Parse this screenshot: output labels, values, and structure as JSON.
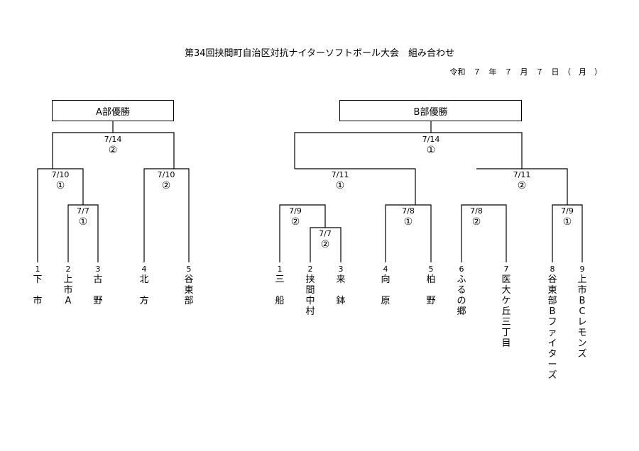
{
  "title": "第34回挟間町自治区対抗ナイターソフトボール大会　組み合わせ",
  "date": "令和　７　年　７　月　７　日　（　月　）",
  "champion_a": "A部優勝",
  "champion_b": "B部優勝",
  "matches": [
    {
      "date": "7/14",
      "num": "②"
    },
    {
      "date": "7/10",
      "num": "①"
    },
    {
      "date": "7/7",
      "num": "①"
    },
    {
      "date": "7/10",
      "num": "②"
    },
    {
      "date": "7/14",
      "num": "①"
    },
    {
      "date": "7/11",
      "num": "①"
    },
    {
      "date": "7/9",
      "num": "②"
    },
    {
      "date": "7/7",
      "num": "②"
    },
    {
      "date": "7/8",
      "num": "①"
    },
    {
      "date": "7/11",
      "num": "②"
    },
    {
      "date": "7/8",
      "num": "②"
    },
    {
      "date": "7/9",
      "num": "①"
    }
  ],
  "teams_a": [
    {
      "num": "1",
      "name": [
        "下",
        "",
        "市"
      ]
    },
    {
      "num": "2",
      "name": [
        "上",
        "市",
        "A"
      ]
    },
    {
      "num": "3",
      "name": [
        "古",
        "",
        "野"
      ]
    },
    {
      "num": "4",
      "name": [
        "北",
        "",
        "方"
      ]
    },
    {
      "num": "5",
      "name": [
        "谷",
        "東",
        "部"
      ]
    }
  ],
  "teams_b": [
    {
      "num": "1",
      "name": [
        "三",
        "",
        "船"
      ]
    },
    {
      "num": "2",
      "name": [
        "挟",
        "間",
        "中",
        "村"
      ]
    },
    {
      "num": "3",
      "name": [
        "来",
        "",
        "鉢"
      ]
    },
    {
      "num": "4",
      "name": [
        "向",
        "",
        "原"
      ]
    },
    {
      "num": "5",
      "name": [
        "柏",
        "",
        "野"
      ]
    },
    {
      "num": "6",
      "name": [
        "ふ",
        "る",
        "の",
        "郷"
      ]
    },
    {
      "num": "7",
      "name": [
        "医",
        "大",
        "ケ",
        "丘",
        "三",
        "丁",
        "目"
      ]
    },
    {
      "num": "8",
      "name": [
        "谷",
        "東",
        "部",
        "B",
        "フ",
        "ァ",
        "イ",
        "タ",
        "ー",
        "ズ"
      ]
    },
    {
      "num": "9",
      "name": [
        "上",
        "市",
        "B",
        "C",
        "レ",
        "モ",
        "ン",
        "ズ"
      ]
    }
  ]
}
